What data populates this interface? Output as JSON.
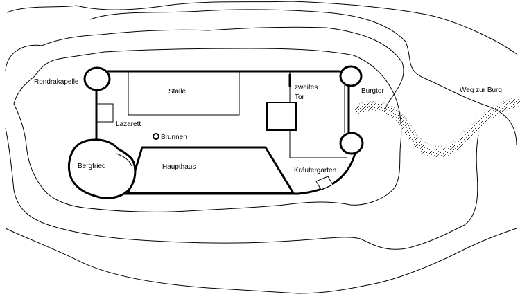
{
  "map": {
    "labels": {
      "rondrakapelle": "Rondrakapelle",
      "staelle": "Ställe",
      "zweites_tor_line1": "zweites",
      "zweites_tor_line2": "Tor",
      "burgtor": "Burgtor",
      "weg_zur_burg": "Weg zur Burg",
      "lazarett": "Lazarett",
      "brunnen": "Brunnen",
      "bergfried": "Bergfried",
      "haupthaus": "Haupthaus",
      "kraeutergarten": "Kräutergarten"
    },
    "colors": {
      "ink": "#000000",
      "paper": "#ffffff",
      "path_dots": "#555555"
    }
  }
}
